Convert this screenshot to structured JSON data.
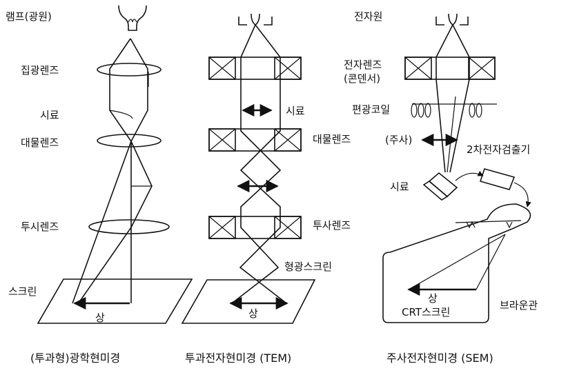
{
  "optical": {
    "lamp": "램프(광원)",
    "condenser": "집광렌즈",
    "specimen": "시료",
    "objective": "대물렌즈",
    "projector": "투시렌즈",
    "screen": "스크린",
    "image": "상",
    "caption": "(투과형)광학현미경"
  },
  "tem": {
    "specimen": "시료",
    "objective": "대물렌즈",
    "projector": "투사렌즈",
    "screen": "형광스크린",
    "image": "상",
    "caption": "투과전자현미경 (TEM)"
  },
  "sem": {
    "source": "전자원",
    "lens_line1": "전자렌즈",
    "lens_line2": "(콘덴서)",
    "coil": "편광코일",
    "scan": "(주사)",
    "detector": "2차전자검출기",
    "specimen": "시료",
    "image": "상",
    "crt_screen": "CRT스크린",
    "tube": "브라운관",
    "caption": "주사전자현미경 (SEM)"
  }
}
